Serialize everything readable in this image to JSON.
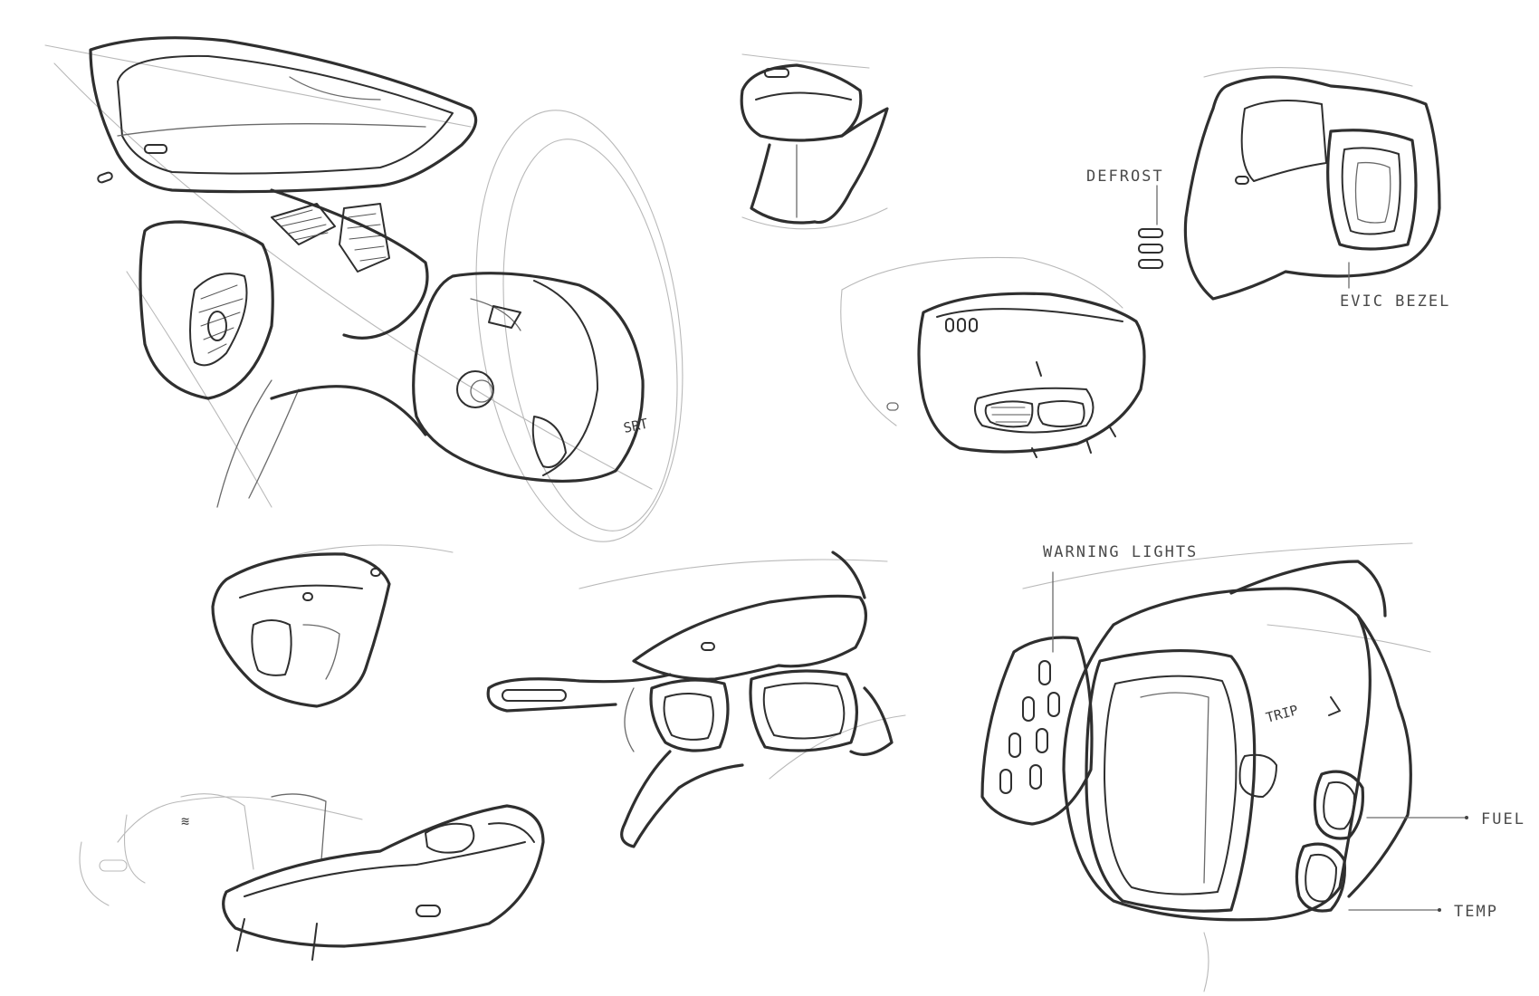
{
  "labels": {
    "defrost": "DEFROST",
    "evic_bezel": "EVIC BEZEL",
    "warning_lights": "WARNING LIGHTS",
    "trip": "TRIP",
    "fuel": "FUEL",
    "temp": "TEMP",
    "srt": "SRT"
  },
  "colors": {
    "ink": "#2f2f2f",
    "paper": "#ffffff"
  }
}
